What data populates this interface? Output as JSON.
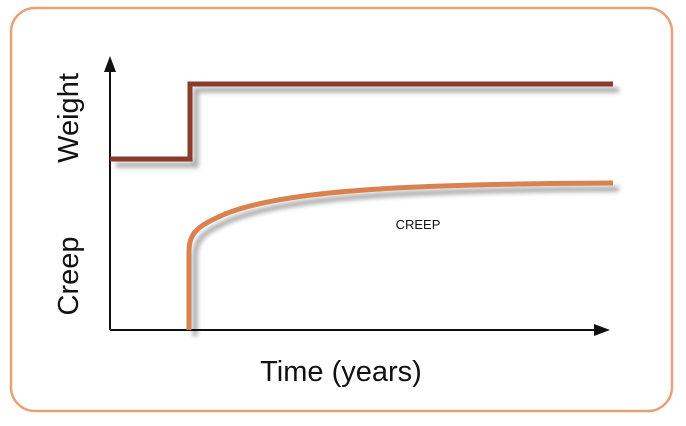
{
  "diagram": {
    "y_label_top": "Weight",
    "y_label_bottom": "Creep",
    "x_label": "Time (years)",
    "curve_annotation": "CREEP"
  },
  "colors": {
    "frame_border": "#e8a07a",
    "weight_line": "#8b3a2f",
    "creep_curve": "#d9824f",
    "axis": "#111111",
    "background": "#ffffff"
  }
}
